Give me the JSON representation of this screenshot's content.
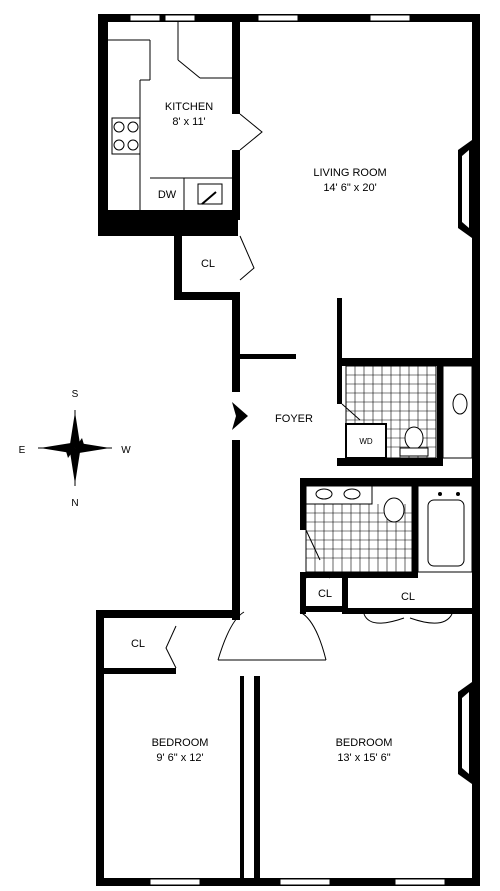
{
  "rooms": {
    "kitchen": {
      "name": "KITCHEN",
      "dims": "8' x 11'"
    },
    "living": {
      "name": "LIVING ROOM",
      "dims": "14' 6\" x 20'"
    },
    "foyer": {
      "name": "FOYER"
    },
    "bedroom1": {
      "name": "BEDROOM",
      "dims": "9' 6\" x 12'"
    },
    "bedroom2": {
      "name": "BEDROOM",
      "dims": "13' x 15' 6\""
    }
  },
  "closets": {
    "label": "CL"
  },
  "appliances": {
    "dishwasher": "DW",
    "washer_dryer": "WD"
  },
  "compass": {
    "north": "N",
    "south": "S",
    "east": "E",
    "west": "W"
  }
}
